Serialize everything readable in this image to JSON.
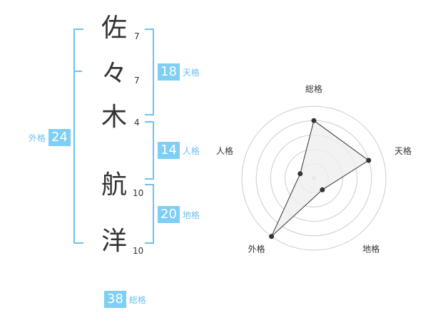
{
  "name": {
    "chars": [
      {
        "char": "佐",
        "strokes": "7"
      },
      {
        "char": "々",
        "strokes": "7"
      },
      {
        "char": "木",
        "strokes": "4"
      },
      {
        "char": "航",
        "strokes": "10"
      },
      {
        "char": "洋",
        "strokes": "10"
      }
    ]
  },
  "scores": {
    "tenkaku": {
      "value": "18",
      "label": "天格"
    },
    "jinkaku": {
      "value": "14",
      "label": "人格"
    },
    "chikaku": {
      "value": "20",
      "label": "地格"
    },
    "gaikaku": {
      "value": "24",
      "label": "外格"
    },
    "soukaku": {
      "value": "38",
      "label": "総格"
    }
  },
  "chart_data": {
    "type": "radar",
    "axes": [
      "総格",
      "天格",
      "地格",
      "外格",
      "人格"
    ],
    "values": [
      4,
      4,
      1,
      5,
      1
    ],
    "max": 5,
    "rings": 5,
    "colors": {
      "fill": "#efefef",
      "line": "#333333",
      "grid": "#cccccc",
      "center": "#cccccc"
    }
  }
}
